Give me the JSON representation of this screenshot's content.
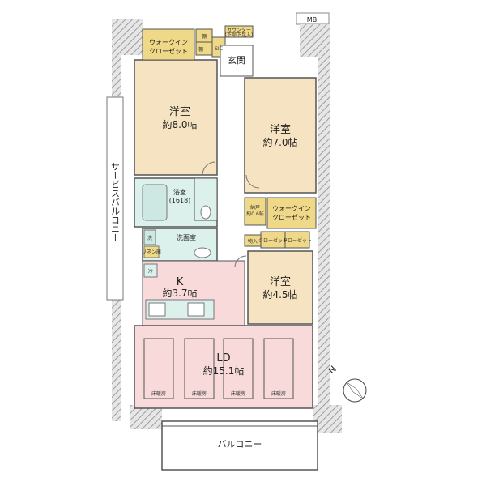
{
  "mb": "MB",
  "walkin_top": {
    "line1": "ウォークイン",
    "line2": "クローゼット"
  },
  "tana_1": "棚",
  "tana_2": "棚",
  "sic": "SIC",
  "counter": {
    "line1": "カウンター",
    "line2": "(下部下足入)"
  },
  "genkan": "玄関",
  "room_west": {
    "name": "洋室",
    "size": "約8.0帖"
  },
  "room_east": {
    "name": "洋室",
    "size": "約7.0帖"
  },
  "bathroom": {
    "name": "浴室",
    "size": "(1618)"
  },
  "nando": {
    "line1": "納戸",
    "line2": "約0.6帖"
  },
  "walkin_mid": {
    "line1": "ウォークイン",
    "line2": "クローゼット"
  },
  "monoire": "物入",
  "closet_1": "クローゼット",
  "closet_2": "クローゼット",
  "wash": "洗",
  "senmenshitsu": "洗面室",
  "rack": "リネン庫",
  "rei": "冷",
  "kitchen": {
    "name": "K",
    "size": "約3.7帖"
  },
  "room_south": {
    "name": "洋室",
    "size": "約4.5帖"
  },
  "ld": {
    "name": "LD",
    "size": "約15.1帖"
  },
  "floor_heating": [
    "床暖房",
    "床暖房",
    "床暖房",
    "床暖房"
  ],
  "service_balcony": "サービスバルコニー",
  "balcony": "バルコニー",
  "compass": "N",
  "colors": {
    "wall": "#9a9a9a",
    "hatch": "#c9c9c9",
    "room_western": "#f5e3c1",
    "closet": "#efd887",
    "wet_area": "#dcf0ec",
    "ld_area": "#f9dada",
    "floor": "#ffffff"
  }
}
